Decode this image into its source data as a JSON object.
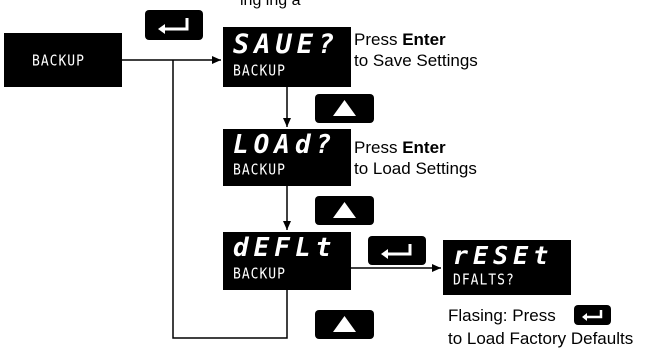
{
  "caption_top": "ing              ing a",
  "displays": {
    "backup_menu": {
      "sub": "BACKUP"
    },
    "save": {
      "main": "SAUE?",
      "sub": "BACKUP"
    },
    "load": {
      "main": "LOAd?",
      "sub": "BACKUP"
    },
    "deflt": {
      "main": "dEFLt",
      "sub": "BACKUP"
    },
    "reset": {
      "main": "rESEt",
      "sub": "DFALTS?"
    }
  },
  "descriptions": {
    "save": {
      "line1_pre": "Press ",
      "line1_bold": "Enter",
      "line2": "to Save Settings"
    },
    "load": {
      "line1_pre": "Press ",
      "line1_bold": "Enter",
      "line2": "to Load Settings"
    },
    "reset": {
      "line1": "Flasing: Press",
      "line2": "to Load Factory Defaults"
    }
  },
  "icons": {
    "enter": "enter-arrow-icon",
    "up": "up-triangle-icon"
  },
  "colors": {
    "display_bg": "#000000",
    "display_text": "#ffffff",
    "line": "#000000"
  }
}
